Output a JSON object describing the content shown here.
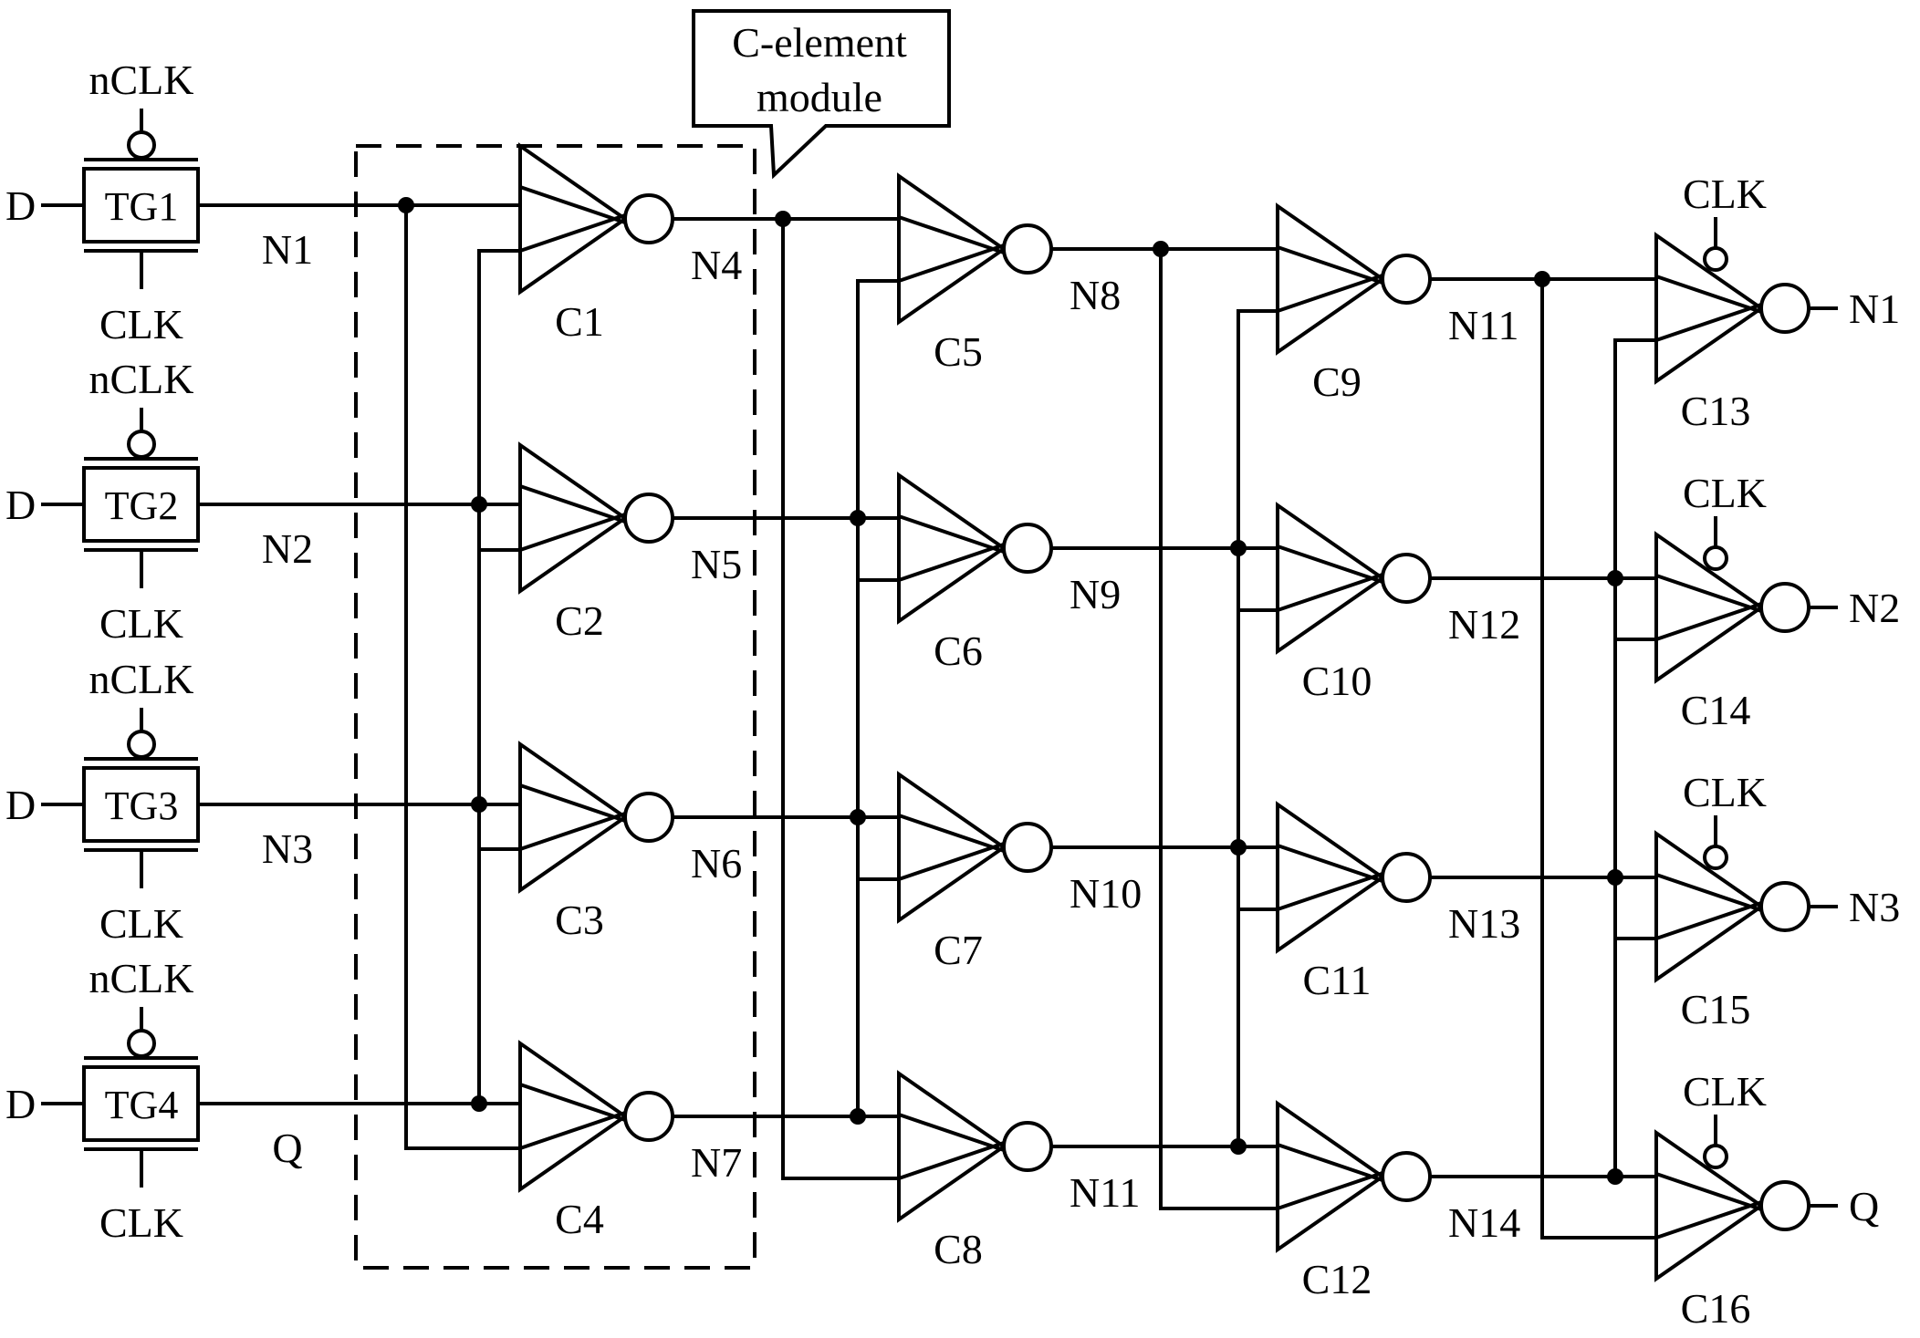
{
  "diagram": {
    "callout": {
      "line1": "C-element",
      "line2": "module"
    },
    "transmission_gates": [
      {
        "id": "TG1",
        "input": "D",
        "top_ctrl": "nCLK",
        "bottom_ctrl": "CLK",
        "output_net": "N1"
      },
      {
        "id": "TG2",
        "input": "D",
        "top_ctrl": "nCLK",
        "bottom_ctrl": "CLK",
        "output_net": "N2"
      },
      {
        "id": "TG3",
        "input": "D",
        "top_ctrl": "nCLK",
        "bottom_ctrl": "CLK",
        "output_net": "N3"
      },
      {
        "id": "TG4",
        "input": "D",
        "top_ctrl": "nCLK",
        "bottom_ctrl": "CLK",
        "output_net": "Q"
      }
    ],
    "stages": [
      {
        "gates": [
          "C1",
          "C2",
          "C3",
          "C4"
        ],
        "outputs": [
          "N4",
          "N5",
          "N6",
          "N7"
        ]
      },
      {
        "gates": [
          "C5",
          "C6",
          "C7",
          "C8"
        ],
        "outputs": [
          "N8",
          "N9",
          "N10",
          "N11"
        ]
      },
      {
        "gates": [
          "C9",
          "C10",
          "C11",
          "C12"
        ],
        "outputs": [
          "N11",
          "N12",
          "N13",
          "N14"
        ]
      },
      {
        "gates": [
          "C13",
          "C14",
          "C15",
          "C16"
        ],
        "outputs": [
          "N1",
          "N2",
          "N3",
          "Q"
        ],
        "clock": "CLK"
      }
    ]
  }
}
